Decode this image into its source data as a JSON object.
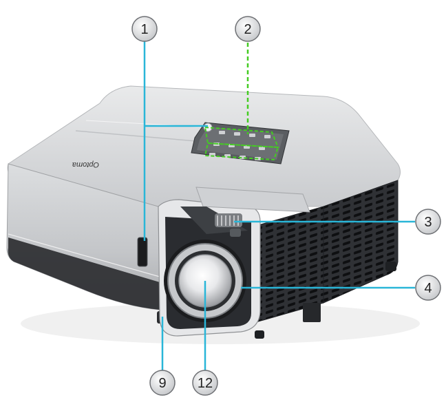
{
  "brand": "Optoma",
  "callouts": [
    {
      "id": "1",
      "label": "1"
    },
    {
      "id": "2",
      "label": "2"
    },
    {
      "id": "3",
      "label": "3"
    },
    {
      "id": "4",
      "label": "4"
    },
    {
      "id": "9",
      "label": "9"
    },
    {
      "id": "12",
      "label": "12"
    }
  ],
  "colors": {
    "leader_cyan": "#29b6d8",
    "leader_green": "#44cc22",
    "body": "#d6d8da",
    "dark": "#2b2d30"
  }
}
